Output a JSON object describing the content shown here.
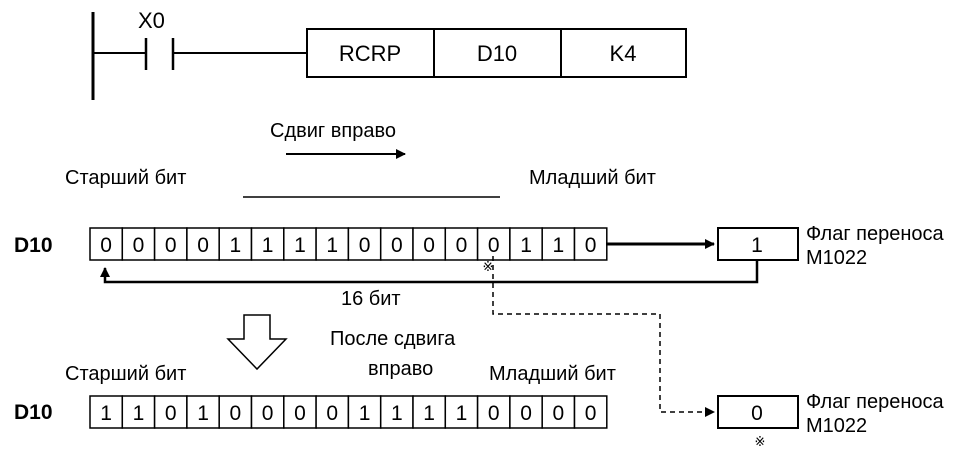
{
  "ladder": {
    "contact": "X0",
    "instruction": "RCRP",
    "operand1": "D10",
    "operand2": "K4"
  },
  "shift_caption": "Сдвиг вправо",
  "before": {
    "register": "D10",
    "msb_label": "Старший бит",
    "lsb_label": "Младший бит",
    "bits": [
      0,
      0,
      0,
      0,
      1,
      1,
      1,
      1,
      0,
      0,
      0,
      0,
      0,
      1,
      1,
      0
    ],
    "carry_value": "1",
    "carry_label_line1": "Флаг переноса",
    "carry_label_line2": "M1022",
    "width_label": "16 бит",
    "note_mark": "※"
  },
  "after_caption_line1": "После сдвига",
  "after_caption_line2": "вправо",
  "after": {
    "register": "D10",
    "msb_label": "Старший бит",
    "lsb_label": "Младший бит",
    "bits": [
      1,
      1,
      0,
      1,
      0,
      0,
      0,
      0,
      1,
      1,
      1,
      1,
      0,
      0,
      0,
      0
    ],
    "carry_value": "0",
    "carry_label_line1": "Флаг переноса",
    "carry_label_line2": "M1022",
    "note_mark": "※"
  }
}
